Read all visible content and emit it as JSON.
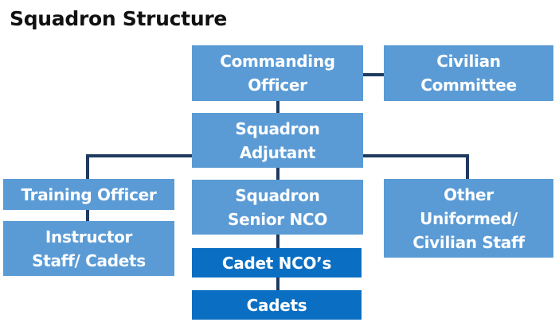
{
  "title": "Squadron Structure",
  "colors": {
    "box_light": "#5b9bd5",
    "box_dark": "#0a6fc2",
    "connector": "#1f3a5f",
    "text": "#ffffff",
    "title": "#111111"
  },
  "nodes": {
    "commanding_officer": {
      "line1": "Commanding",
      "line2": "Officer"
    },
    "civilian_committee": {
      "line1": "Civilian",
      "line2": "Committee"
    },
    "squadron_adjutant": {
      "line1": "Squadron",
      "line2": "Adjutant"
    },
    "training_officer": {
      "line1": "Training Officer"
    },
    "instructor_staff": {
      "line1": "Instructor",
      "line2": "Staff/ Cadets"
    },
    "squadron_senior_nco": {
      "line1": "Squadron",
      "line2": "Senior NCO"
    },
    "other_staff": {
      "line1": "Other",
      "line2": "Uniformed/",
      "line3": "Civilian Staff"
    },
    "cadet_ncos": {
      "line1": "Cadet NCO’s"
    },
    "cadets": {
      "line1": "Cadets"
    }
  }
}
